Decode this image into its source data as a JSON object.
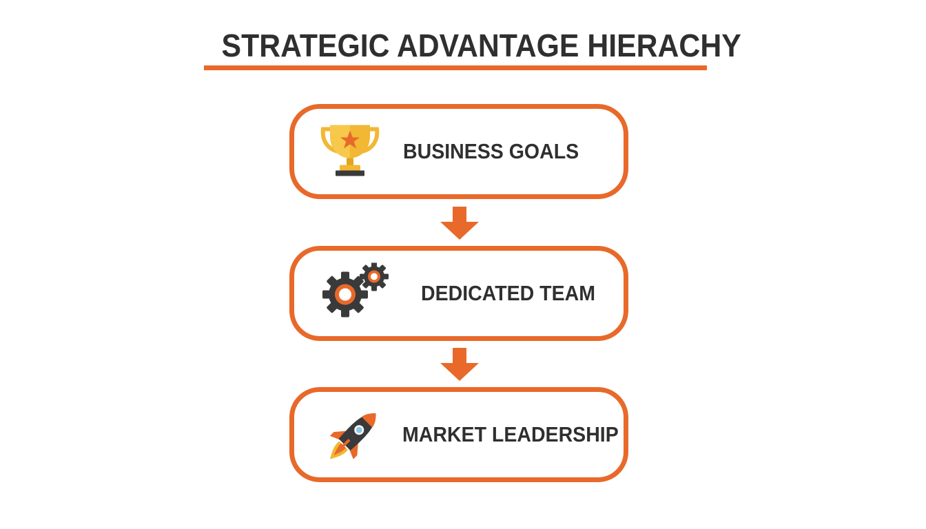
{
  "title": "STRATEGIC ADVANTAGE HIERACHY",
  "colors": {
    "accent": "#e8692a",
    "text": "#2f2f2f",
    "trophy": "#f2b733",
    "gear": "#3a3a3a",
    "rocket": "#3a3a3a"
  },
  "steps": [
    {
      "label": "BUSINESS GOALS",
      "icon": "trophy-icon"
    },
    {
      "label": "DEDICATED TEAM",
      "icon": "gears-icon"
    },
    {
      "label": "MARKET LEADERSHIP",
      "icon": "rocket-icon"
    }
  ],
  "connectors": [
    {
      "icon": "arrow-down-icon"
    },
    {
      "icon": "arrow-down-icon"
    }
  ]
}
